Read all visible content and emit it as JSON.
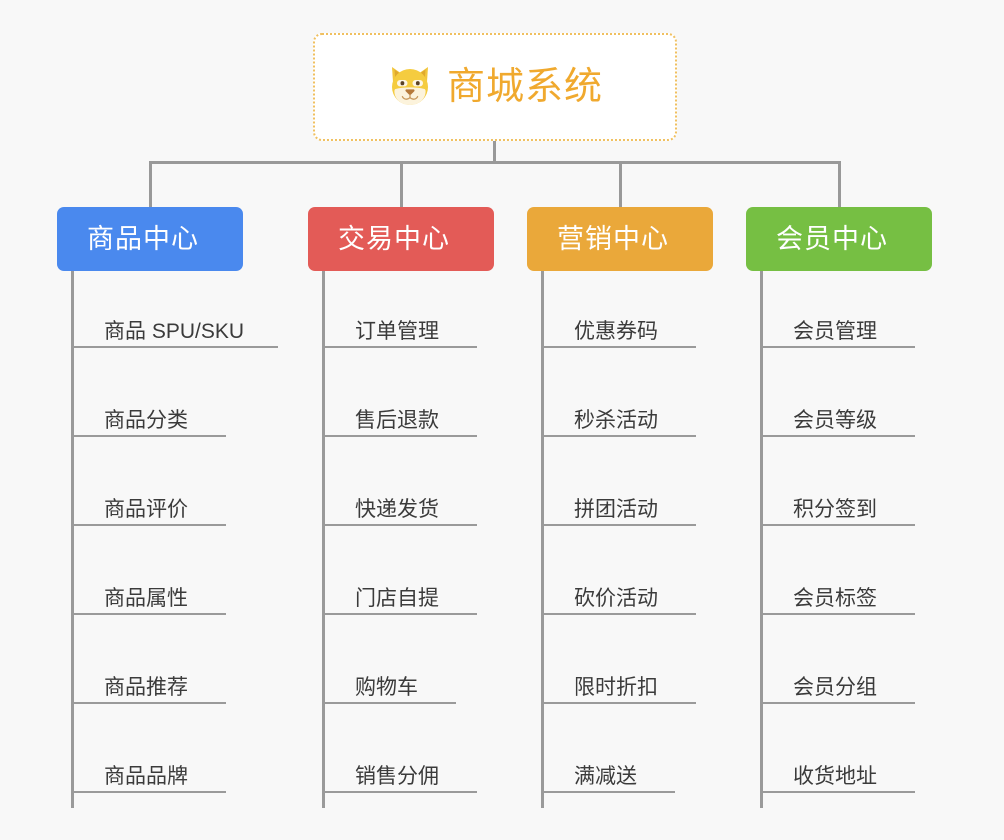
{
  "canvas": {
    "background": "#f8f8f8",
    "line_color": "#999999"
  },
  "root": {
    "title": "商城系统",
    "icon": "dog-face-icon",
    "text_color": "#f0a92e",
    "border_color": "#f0c060",
    "background": "#ffffff"
  },
  "columns": [
    {
      "label": "商品中心",
      "color": "#4a89ee",
      "items": [
        "商品 SPU/SKU",
        "商品分类",
        "商品评价",
        "商品属性",
        "商品推荐",
        "商品品牌"
      ]
    },
    {
      "label": "交易中心",
      "color": "#e35b57",
      "items": [
        "订单管理",
        "售后退款",
        "快递发货",
        "门店自提",
        "购物车",
        "销售分佣"
      ]
    },
    {
      "label": "营销中心",
      "color": "#eaa83a",
      "items": [
        "优惠券码",
        "秒杀活动",
        "拼团活动",
        "砍价活动",
        "限时折扣",
        "满减送"
      ]
    },
    {
      "label": "会员中心",
      "color": "#76bf43",
      "items": [
        "会员管理",
        "会员等级",
        "积分签到",
        "会员标签",
        "会员分组",
        "收货地址"
      ]
    }
  ]
}
